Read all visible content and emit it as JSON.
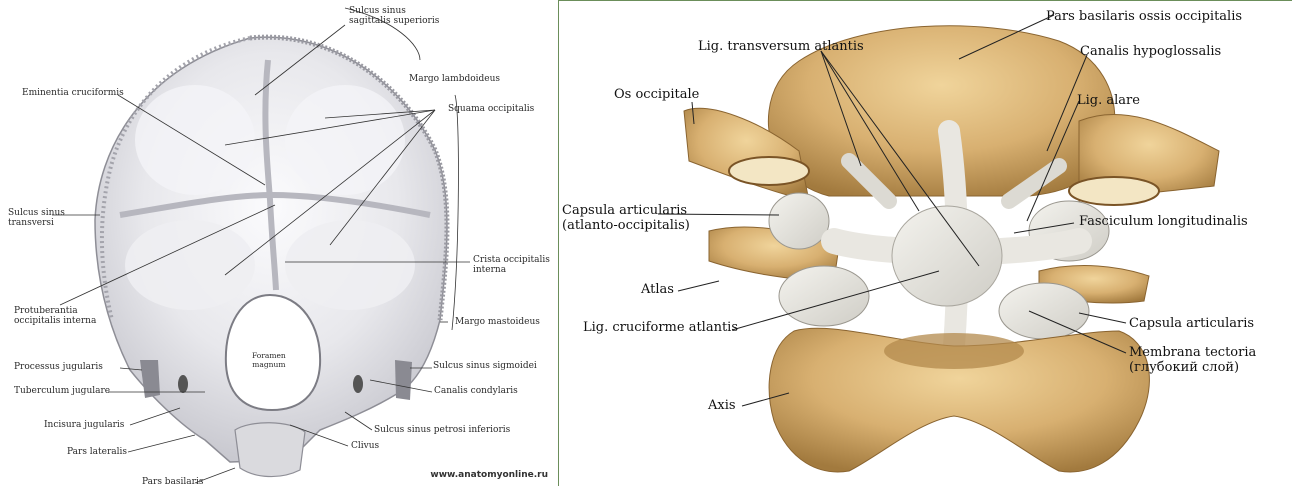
{
  "left": {
    "labels": {
      "sulcus_sagittalis": "Sulcus sinus\nsagittalis superioris",
      "margo_lambdoideus": "Margo lambdoideus",
      "eminentia": "Eminentia cruciformis",
      "squama": "Squama occipitalis",
      "sulcus_transversi": "Sulcus sinus\ntransversi",
      "crista": "Crista occipitalis\ninterna",
      "protuberantia": "Protuberantia\noccipitalis interna",
      "margo_mastoideus": "Margo mastoideus",
      "foramen": "Foramen\nmagnum",
      "processus_jugularis": "Processus jugularis",
      "sulcus_sigmoidei": "Sulcus sinus  sigmoidei",
      "tuberculum": "Tuberculum jugulare",
      "canalis_condylaris": "Canalis condylaris",
      "incisura": "Incisura jugularis",
      "sulcus_petrosi": "Sulcus sinus petrosi inferioris",
      "pars_lateralis": "Pars lateralis",
      "clivus": "Clivus",
      "pars_basilaris": "Pars basilaris"
    },
    "watermark": "www.anatomyonline.ru"
  },
  "right": {
    "labels": {
      "pars_basilaris": "Pars basilaris ossis occipitalis",
      "lig_transversum": "Lig. transversum atlantis",
      "canalis_hypoglossalis": "Canalis hypoglossalis",
      "os_occipitale": "Os occipitale",
      "lig_alare": "Lig. alare",
      "capsula_ao": "Capsula articularis\n(atlanto-occipitalis)",
      "fasciculum": "Fasciculum longitudinalis",
      "atlas": "Atlas",
      "lig_cruciforme": "Lig. cruciforme atlantis",
      "capsula": "Capsula articularis",
      "membrana": "Membrana tectoria\n(глубокий слой)",
      "axis": "Axis"
    }
  },
  "colors": {
    "bone_left": "#e9e9ec",
    "bone_right": "#d9b77a",
    "ligament": "#e8e6e0"
  }
}
